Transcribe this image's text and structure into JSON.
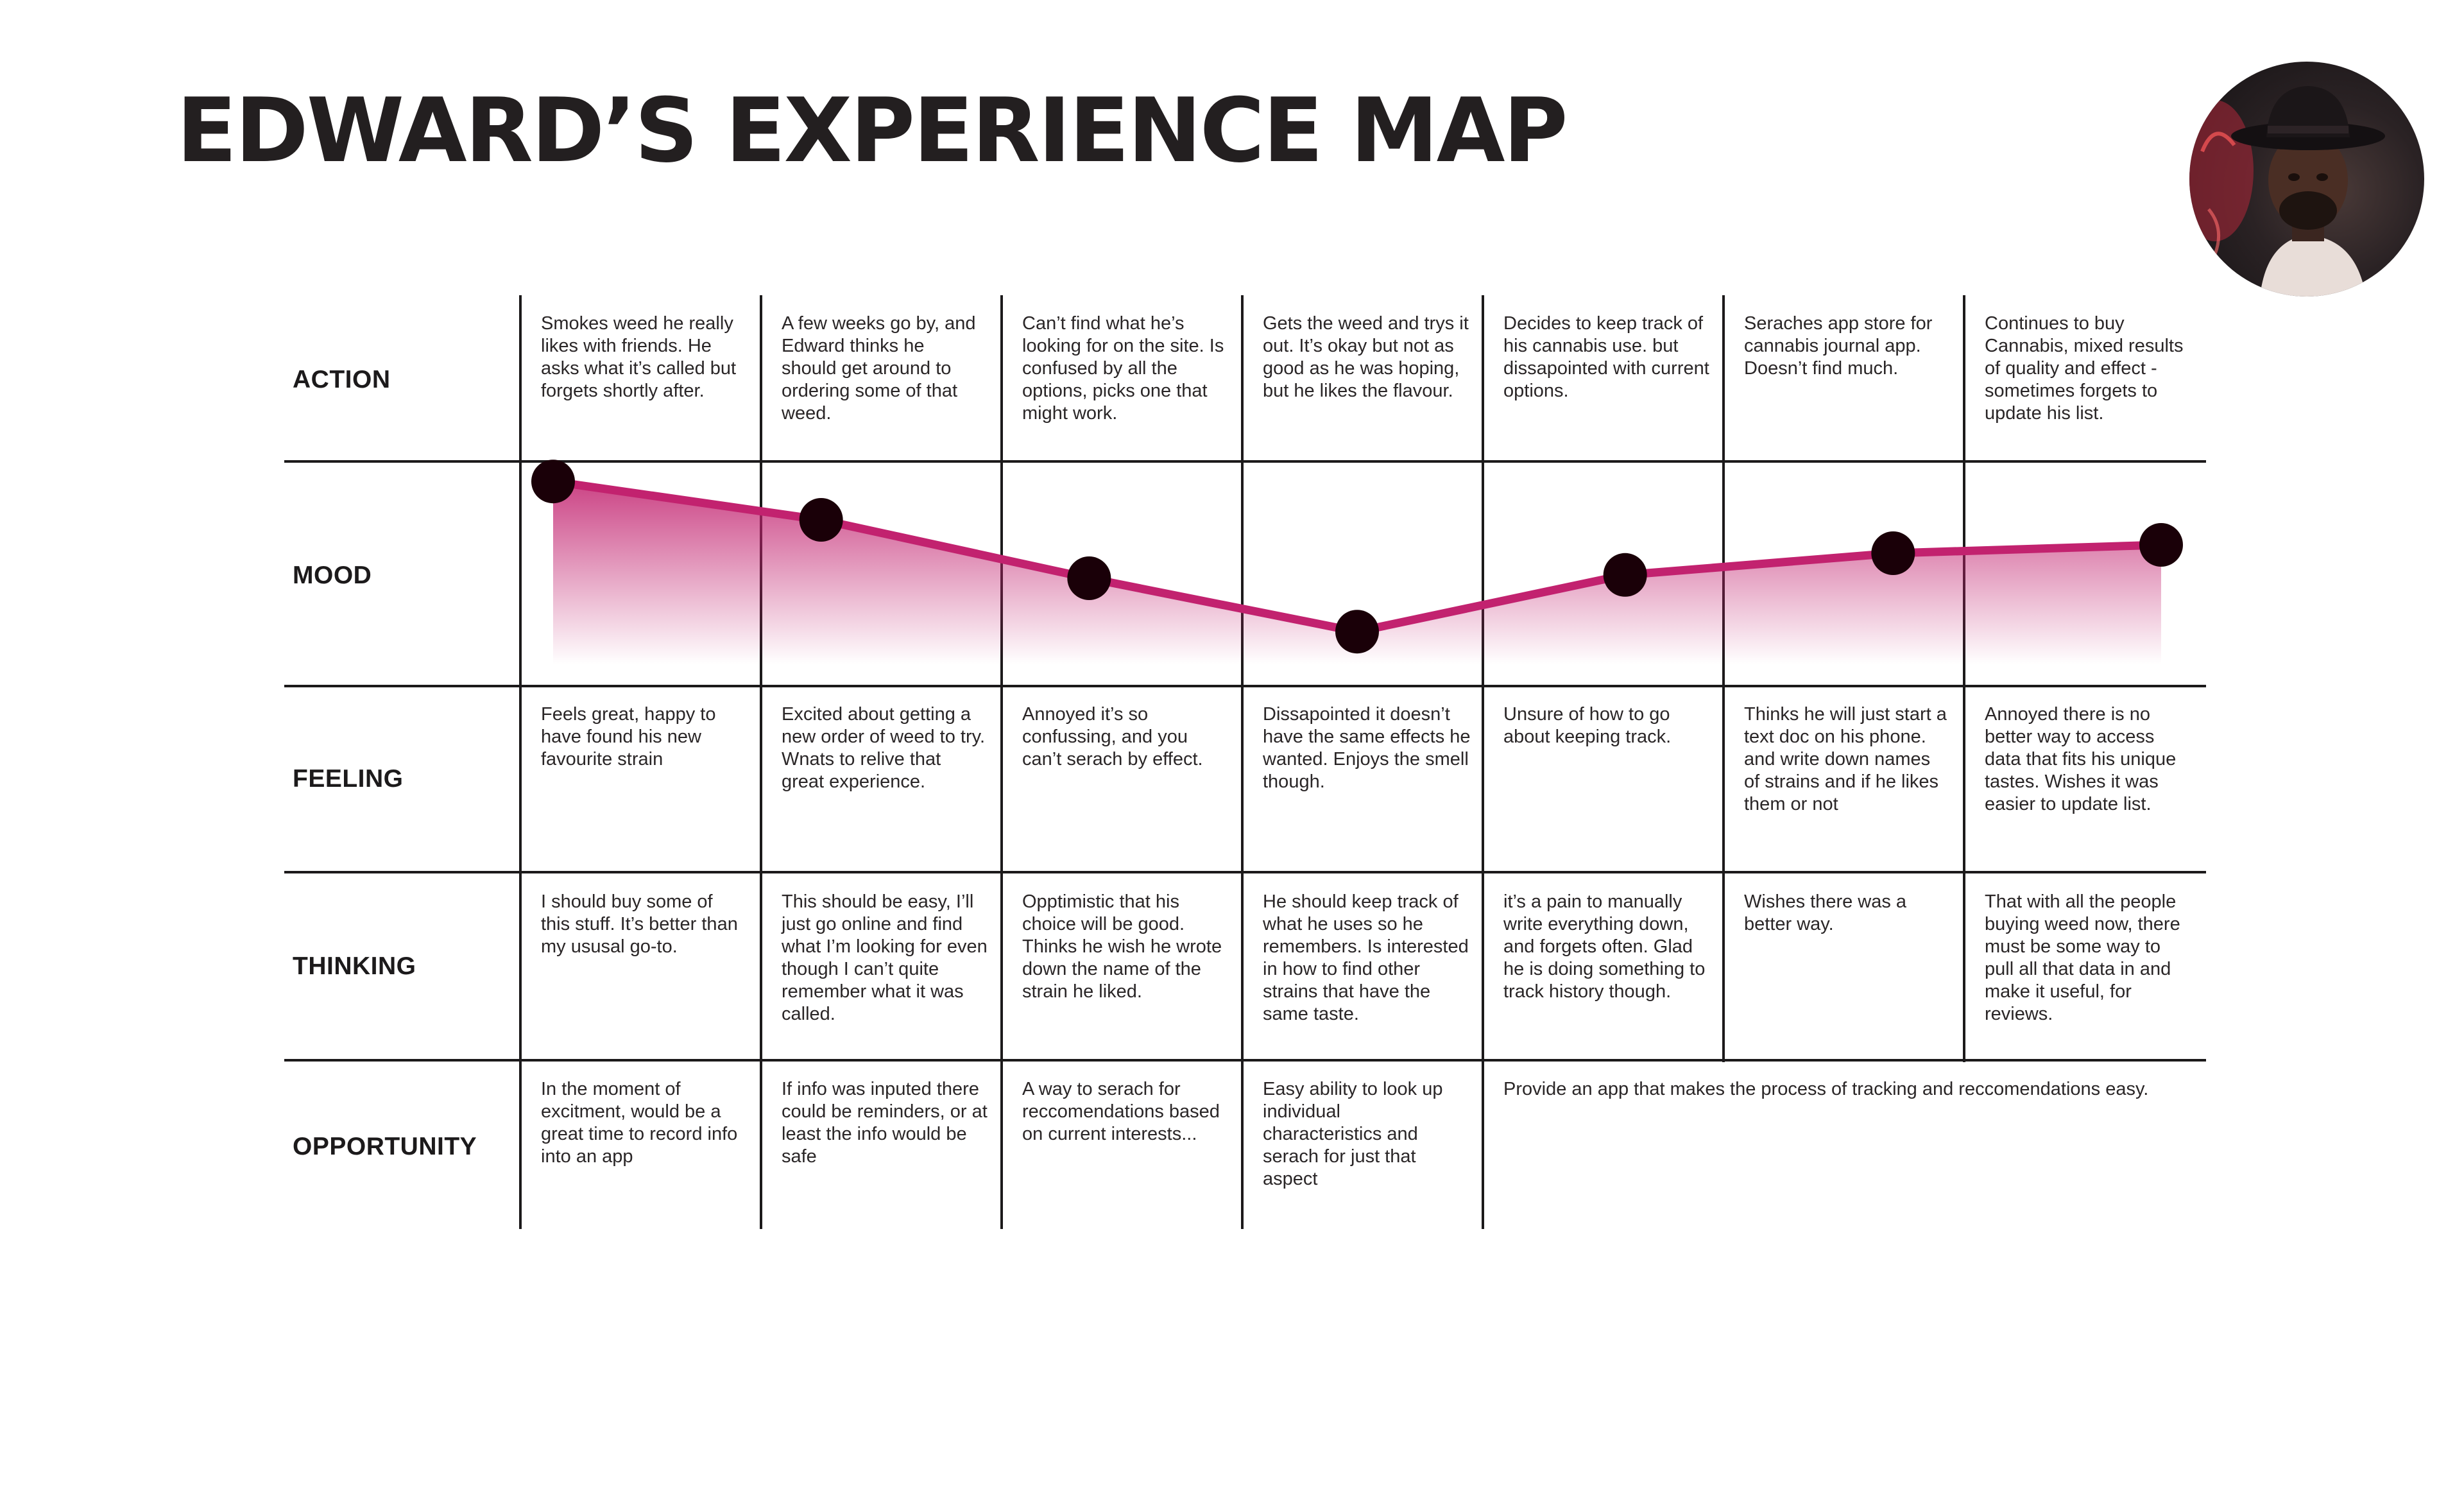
{
  "title": "EDWARD’S EXPERIENCE MAP",
  "rows": {
    "action": "ACTION",
    "mood": "MOOD",
    "feeling": "FEELING",
    "thinking": "THINKING",
    "opportunity": "OPPORTUNITY"
  },
  "actions": [
    "Smokes weed he really likes with friends. He asks what it’s called but forgets shortly after.",
    "A few weeks go by, and Edward thinks he should get around to ordering some of that weed.",
    "Can’t find what he’s looking for on the site. Is confused by all the options, picks one that might work.",
    "Gets the weed and trys it out. It’s okay but not as good as he was hoping, but he likes the flavour.",
    "Decides to keep track of his cannabis use. but dissapointed with current options.",
    "Seraches app store for cannabis journal app. Doesn’t find much.",
    "Continues to buy Cannabis, mixed results of quality and effect - sometimes forgets to update his list."
  ],
  "feelings": [
    "Feels great, happy to have found his new favourite strain",
    "Excited about getting a new order of weed to try. Wnats to relive that great experience.",
    "Annoyed it’s so confussing, and you can’t serach by effect.",
    "Dissapointed it doesn’t have the same effects he wanted. Enjoys the smell though.",
    "Unsure of how to go about keeping track.",
    "Thinks he will just start a text doc on his phone. and write down names of strains and if he likes them or not",
    "Annoyed there is no better way to access data that fits his unique tastes. Wishes it was easier to update list."
  ],
  "thinking": [
    "I should buy some of this stuff. It’s better than my ususal go-to.",
    "This should be easy, I’ll just go online and find what I’m looking for even though I can’t quite remember what it was called.",
    "Opptimistic that his choice will be good. Thinks he wish he wrote down the name of the strain he liked.",
    "He should keep track of what he uses so he remembers. Is interested in how to find other strains that have the same taste.",
    "it’s a pain to manually write everything down, and forgets often. Glad he is doing something to track history though.",
    "Wishes there was a better way.",
    "That with all the people buying weed now, there must be some way to pull all that data in and make it useful, for reviews."
  ],
  "opportunities": [
    "In the moment of excitment, would be a great time to record info into an app",
    "If info was inputed there could be reminders, or at least the info would be safe",
    "A way to serach for reccomendations based on current interests...",
    "Easy ability to look up individual characteristics and serach for just that aspect",
    "Provide an app that makes the process of tracking and reccomendations easy."
  ],
  "chart_data": {
    "type": "line",
    "x": [
      1,
      2,
      3,
      4,
      5,
      6,
      7
    ],
    "values": [
      0.98,
      0.75,
      0.4,
      0.08,
      0.42,
      0.55,
      0.6
    ],
    "ylim": [
      0,
      1
    ],
    "grid": false,
    "colors": {
      "line": "#c2226f",
      "area_top": "#c2226f",
      "marker": "#1a0008"
    }
  }
}
